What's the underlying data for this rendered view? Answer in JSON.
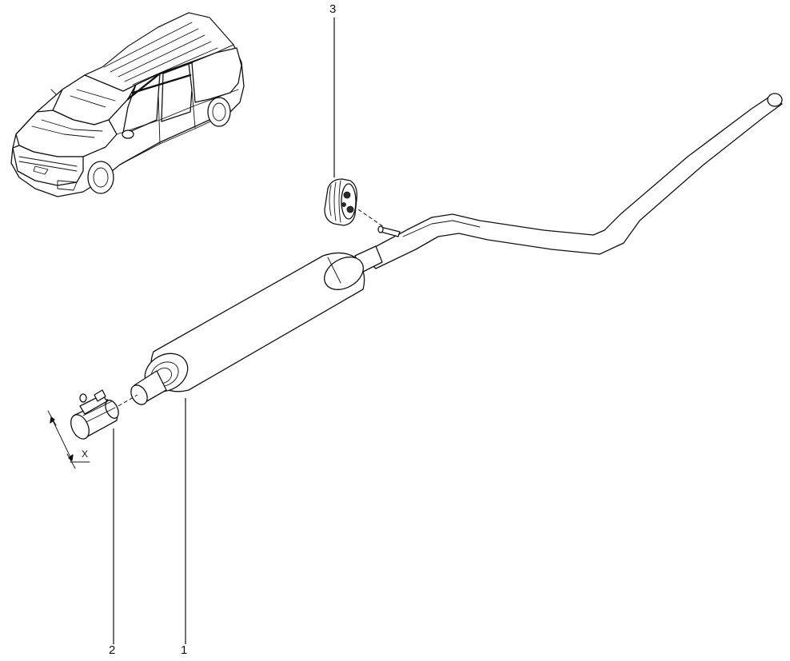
{
  "callouts": {
    "part_1": "1",
    "part_2": "2",
    "part_3": "3"
  },
  "dimension": {
    "label": "X"
  }
}
